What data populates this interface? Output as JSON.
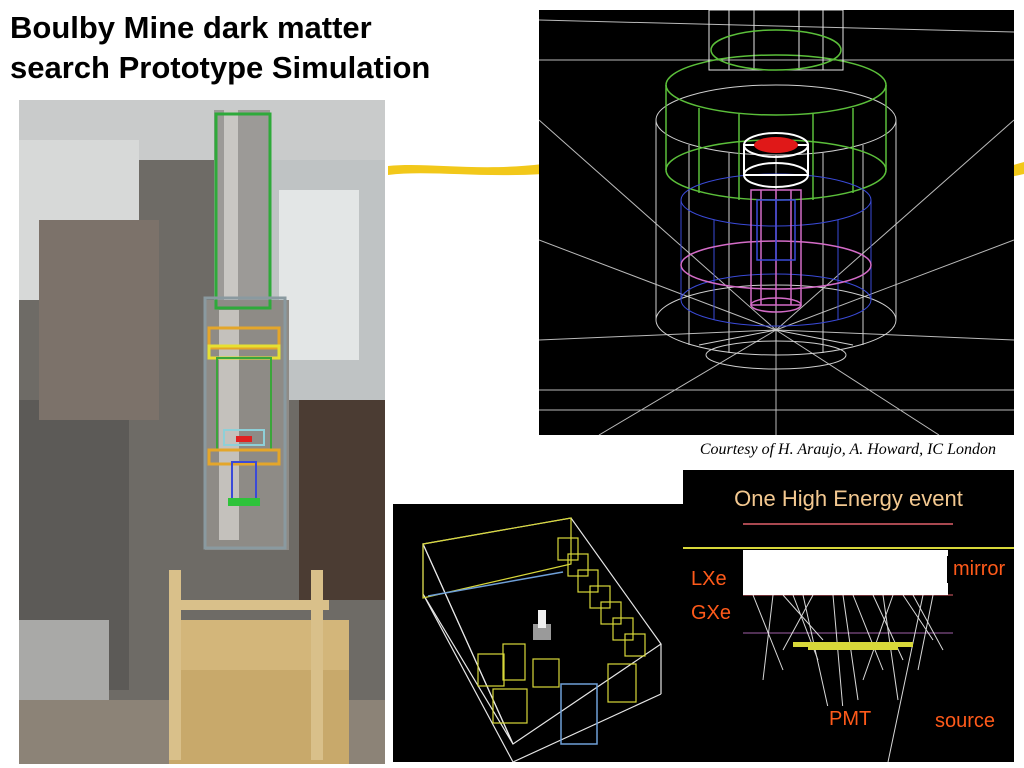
{
  "slide": {
    "title_line1": "Boulby Mine dark matter",
    "title_line2": "search Prototype Simulation",
    "caption": "Courtesy of H. Araujo, A. Howard, IC London"
  },
  "event_panel": {
    "heading": "One High Energy event",
    "labels": {
      "lxe": "LXe",
      "gxe": "GXe",
      "mirror": "mirror",
      "pmt": "PMT",
      "source": "source"
    }
  },
  "colors": {
    "label_text": "#ff5a1a",
    "heading_text": "#f3c890",
    "wire_white": "#d8d8d8",
    "wire_green": "#5bbf3a",
    "wire_blue": "#3a4ad8",
    "wire_pink": "#d46cc8",
    "wire_red": "#e01818",
    "wire_yellow": "#d8d83a",
    "highlighter": "#f2c81a"
  }
}
